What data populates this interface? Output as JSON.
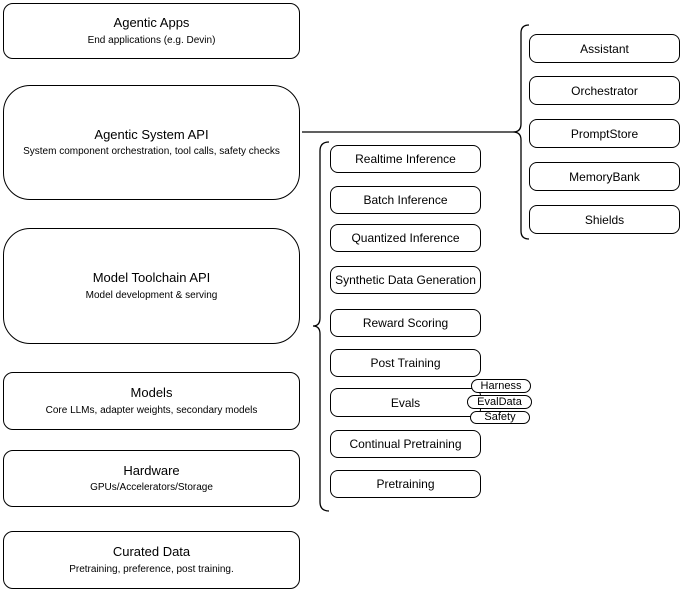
{
  "layers": [
    {
      "title": "Agentic Apps",
      "subtitle": "End applications (e.g. Devin)"
    },
    {
      "title": "Agentic System API",
      "subtitle": "System component orchestration, tool calls, safety checks"
    },
    {
      "title": "Model Toolchain API",
      "subtitle": "Model development & serving"
    },
    {
      "title": "Models",
      "subtitle": "Core LLMs, adapter weights, secondary models"
    },
    {
      "title": "Hardware",
      "subtitle": "GPUs/Accelerators/Storage"
    },
    {
      "title": "Curated Data",
      "subtitle": "Pretraining, preference, post training."
    }
  ],
  "toolchain_services": [
    "Realtime Inference",
    "Batch Inference",
    "Quantized Inference",
    "Synthetic Data Generation",
    "Reward Scoring",
    "Post Training",
    "Evals",
    "Continual Pretraining",
    "Pretraining"
  ],
  "evals_tags": [
    "Harness",
    "EvalData",
    "Safety"
  ],
  "system_components": [
    "Assistant",
    "Orchestrator",
    "PromptStore",
    "MemoryBank",
    "Shields"
  ],
  "colors": {
    "stroke": "#000000",
    "background": "#ffffff"
  }
}
